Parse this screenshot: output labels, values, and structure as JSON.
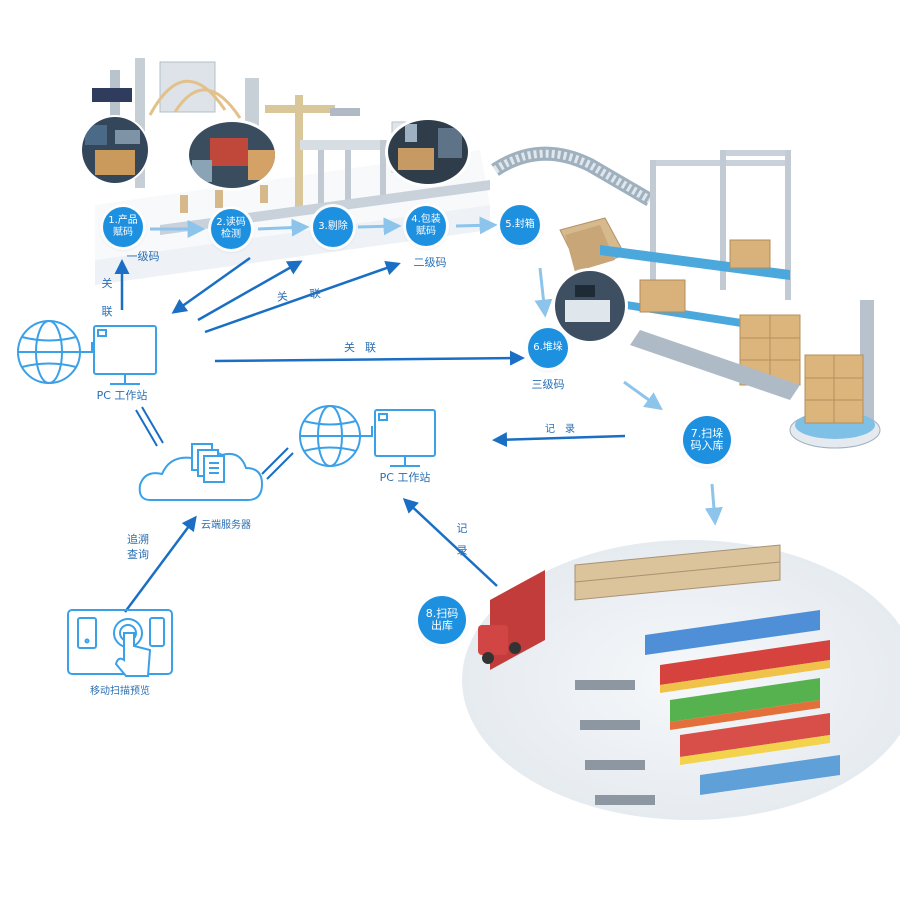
{
  "steps": [
    {
      "id": "s1",
      "label": "1.产品\n赋码"
    },
    {
      "id": "s2",
      "label": "2.读码\n检测"
    },
    {
      "id": "s3",
      "label": "3.剔除"
    },
    {
      "id": "s4",
      "label": "4.包装\n赋码"
    },
    {
      "id": "s5",
      "label": "5.封箱"
    },
    {
      "id": "s6",
      "label": "6.堆垛"
    },
    {
      "id": "s7",
      "label": "7.扫垛\n码入库"
    },
    {
      "id": "s8",
      "label": "8.扫码\n出库"
    }
  ],
  "code_levels": {
    "level1": "一级码",
    "level2": "二级码",
    "level3": "三级码"
  },
  "relations": {
    "link_left": "关联",
    "link_diag": "关联",
    "link_horizontal": "关联",
    "record_right": "记录",
    "record_diag": "记录",
    "trace_query": "追溯查询"
  },
  "nodes": {
    "pc_workstation_1": "PC 工作站",
    "pc_workstation_2": "PC 工作站",
    "cloud_server": "云端服务器",
    "mobile_scan": "移动扫描预览"
  },
  "colors": {
    "accent": "#1e90e0",
    "line_dark": "#1a6fc4",
    "line_light": "#8cc4ec",
    "icon_stroke": "#3aa0e8"
  }
}
